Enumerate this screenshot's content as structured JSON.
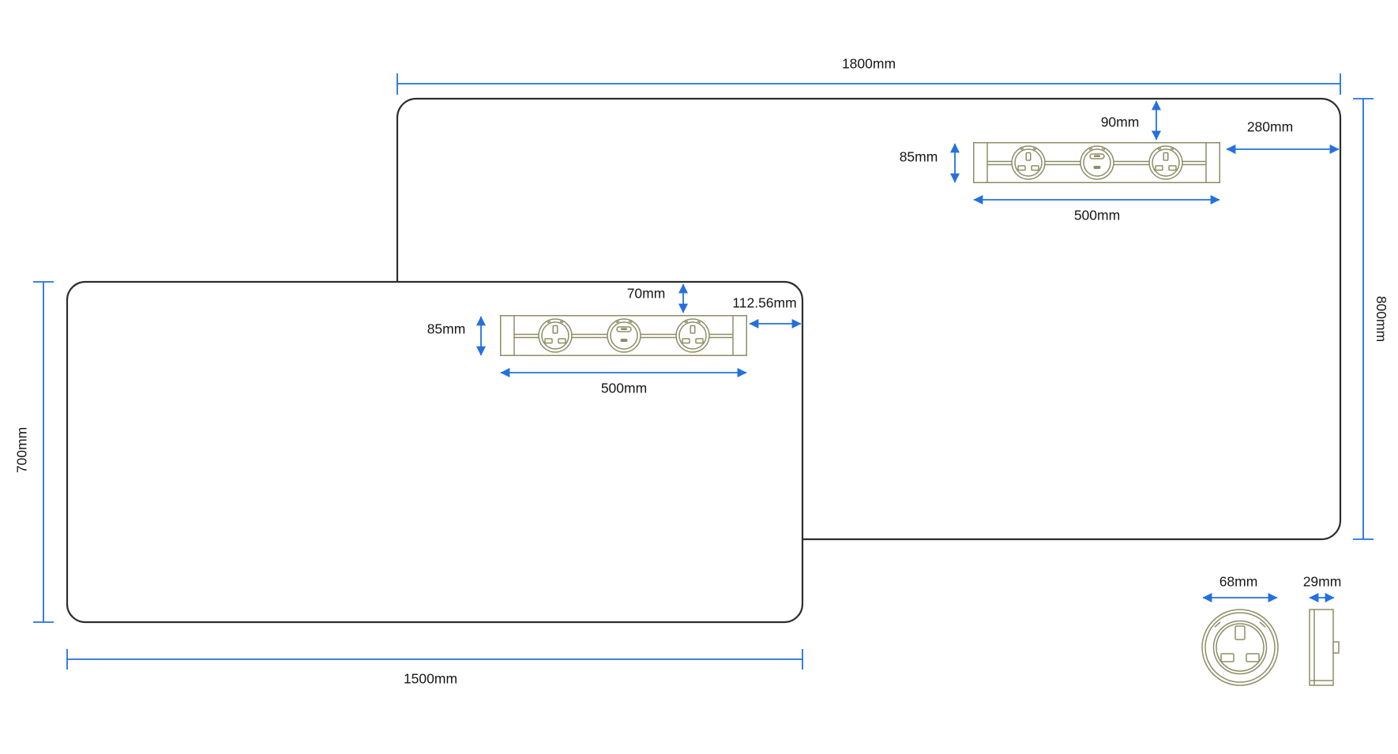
{
  "colors": {
    "background": "#ffffff",
    "outline": "#2d2d2d",
    "module": "#8d8d66",
    "dimension": "#2470e0",
    "text": "#161616"
  },
  "drawing": {
    "kind": "desk-power-module-dimension-drawing",
    "units": "mm"
  },
  "desks": [
    {
      "id": "desk-1800x800",
      "width_label": "1800mm",
      "height_label": "800mm",
      "module": {
        "width_label": "500mm",
        "height_label": "85mm",
        "top_offset_label": "90mm",
        "right_offset_label": "280mm",
        "sockets": [
          "uk-socket",
          "usb-charger",
          "uk-socket"
        ]
      }
    },
    {
      "id": "desk-1500x700",
      "width_label": "1500mm",
      "height_label": "700mm",
      "module": {
        "width_label": "500mm",
        "height_label": "85mm",
        "top_offset_label": "70mm",
        "right_offset_label": "112.56mm",
        "sockets": [
          "uk-socket",
          "usb-charger",
          "uk-socket"
        ]
      }
    }
  ],
  "socket_detail": {
    "front_diameter_label": "68mm",
    "side_depth_label": "29mm"
  }
}
